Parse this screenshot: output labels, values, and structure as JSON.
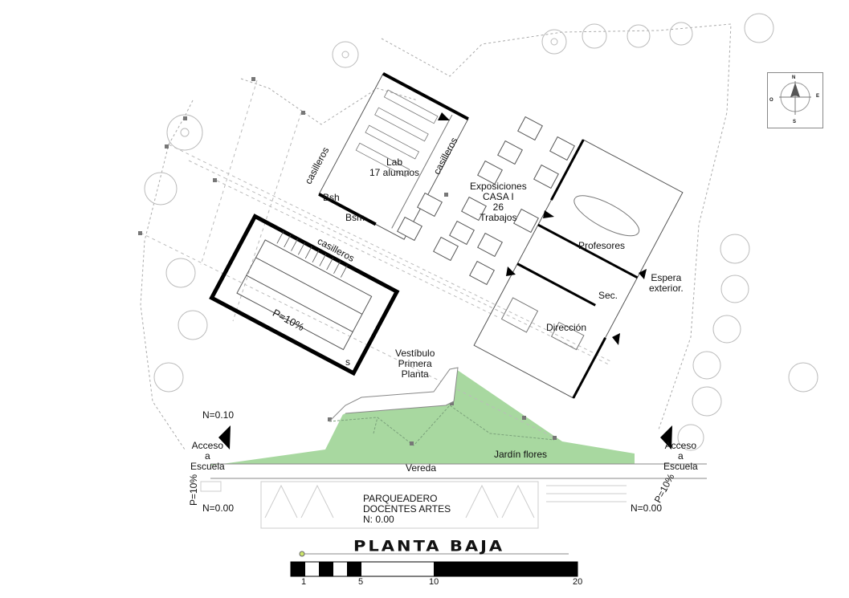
{
  "lab": {
    "line1": "Lab",
    "line2": "17 alumnos"
  },
  "casilleros": {
    "left": "casilleros",
    "right": "casilleros",
    "lower": "casilleros"
  },
  "bathrooms": {
    "h": "Bsh",
    "m": "Bsm"
  },
  "exposiciones": {
    "line1": "Exposiciones",
    "line2": "CASA I",
    "line3": "26",
    "line4": "Trabajos"
  },
  "profesores": "Profesores",
  "espera": {
    "line1": "Espera",
    "line2": "exterior."
  },
  "secretaria": "Sec.",
  "direccion": "Dirección",
  "ramp": {
    "slope": "P=10%",
    "s": "s"
  },
  "vestibulo": {
    "line1": "Vestíbulo",
    "line2": "Primera",
    "line3": "Planta"
  },
  "jardin": "Jardín flores",
  "vereda": "Vereda",
  "left_access": {
    "level_top": "N=0.10",
    "line1": "Acceso",
    "line2": "a",
    "line3": "Escuela",
    "slope": "P=10%",
    "level_bottom": "N=0.00"
  },
  "right_access": {
    "line1": "Acceso",
    "line2": "a",
    "line3": "Escuela",
    "slope": "P=10%",
    "level_bottom": "N=0.00"
  },
  "parking": {
    "line1": "PARQUEADERO",
    "line2": "DOCENTES ARTES",
    "line3": "N: 0.00"
  },
  "title": "PLANTA BAJA",
  "scale_ticks": [
    "1",
    "5",
    "10",
    "20"
  ],
  "compass": {
    "n": "N",
    "s": "S",
    "e": "E",
    "o": "O"
  },
  "colors": {
    "garden": "#a8d8a0",
    "walls": "#000000",
    "lines": "#9a9a9a"
  }
}
